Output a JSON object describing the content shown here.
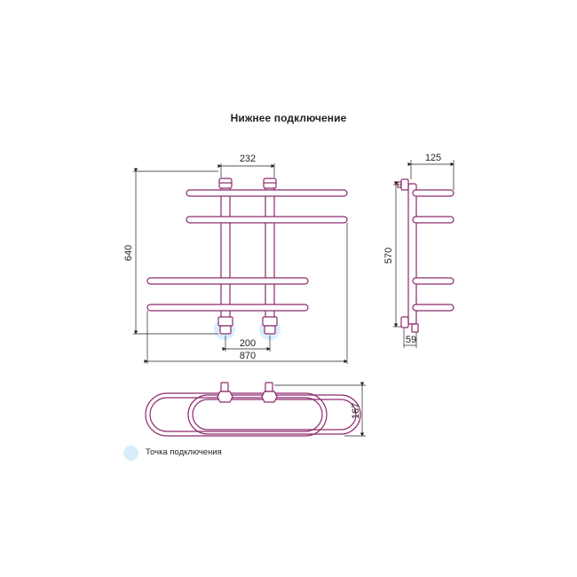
{
  "title": "Нижнее подключение",
  "dimensions": {
    "top_spacing": "232",
    "height": "640",
    "connection_spacing": "200",
    "width": "870",
    "depth": "125",
    "side_height": "570",
    "wall_offset": "59",
    "bottom_depth": "167"
  },
  "legend": {
    "label": "Точка подключения"
  },
  "colors": {
    "pipe": "#8e2a6e",
    "highlight": "#d9eefb",
    "line": "#231f20"
  }
}
